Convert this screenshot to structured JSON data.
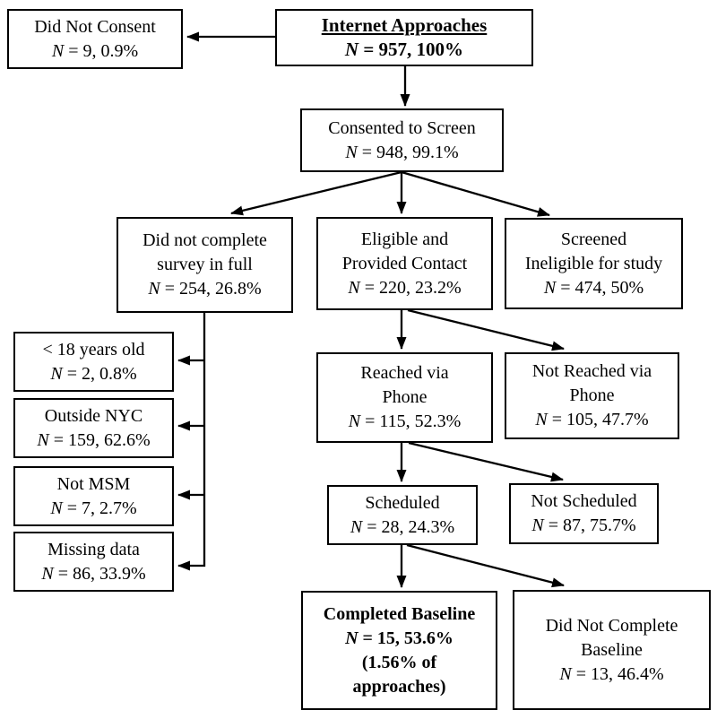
{
  "colors": {
    "background": "#ffffff",
    "text": "#000000",
    "line": "#000000",
    "box_border": "#000000"
  },
  "boxes": {
    "internet_approaches": {
      "title": "Internet Approaches",
      "n": "N",
      "stat": " = 957, 100%"
    },
    "did_not_consent": {
      "line1": "Did Not Consent",
      "n": "N",
      "stat": " = 9, 0.9%"
    },
    "consented_to_screen": {
      "line1": "Consented to Screen",
      "n": "N",
      "stat": " = 948, 99.1%"
    },
    "did_not_complete_survey": {
      "line1": "Did not complete",
      "line2": "survey in full",
      "n": "N",
      "stat": " = 254, 26.8%"
    },
    "eligible_provided_contact": {
      "line1": "Eligible and",
      "line2": "Provided Contact",
      "n": "N",
      "stat": " = 220, 23.2%"
    },
    "screened_ineligible": {
      "line1": "Screened",
      "line2": "Ineligible for study",
      "n": "N",
      "stat": " = 474, 50%"
    },
    "under_18": {
      "line1": "< 18 years old",
      "n": "N",
      "stat": " = 2, 0.8%"
    },
    "outside_nyc": {
      "line1": "Outside NYC",
      "n": "N",
      "stat": " = 159, 62.6%"
    },
    "not_msm": {
      "line1": "Not MSM",
      "n": "N",
      "stat": " = 7, 2.7%"
    },
    "missing_data": {
      "line1": "Missing data",
      "n": "N",
      "stat": " = 86, 33.9%"
    },
    "reached_via_phone": {
      "line1": "Reached via",
      "line2": "Phone",
      "n": "N",
      "stat": " = 115, 52.3%"
    },
    "not_reached_via_phone": {
      "line1": "Not Reached via",
      "line2": "Phone",
      "n": "N",
      "stat": " = 105, 47.7%"
    },
    "scheduled": {
      "line1": "Scheduled",
      "n": "N",
      "stat": " = 28, 24.3%"
    },
    "not_scheduled": {
      "line1": "Not Scheduled",
      "n": "N",
      "stat": " = 87, 75.7%"
    },
    "completed_baseline": {
      "line1": "Completed Baseline",
      "n": "N",
      "stat": " = 15, 53.6%",
      "line3": "(1.56% of",
      "line4": "approaches)"
    },
    "did_not_complete_baseline": {
      "line1": "Did Not Complete",
      "line2": "Baseline",
      "n": "N",
      "stat": " = 13, 46.4%"
    }
  }
}
